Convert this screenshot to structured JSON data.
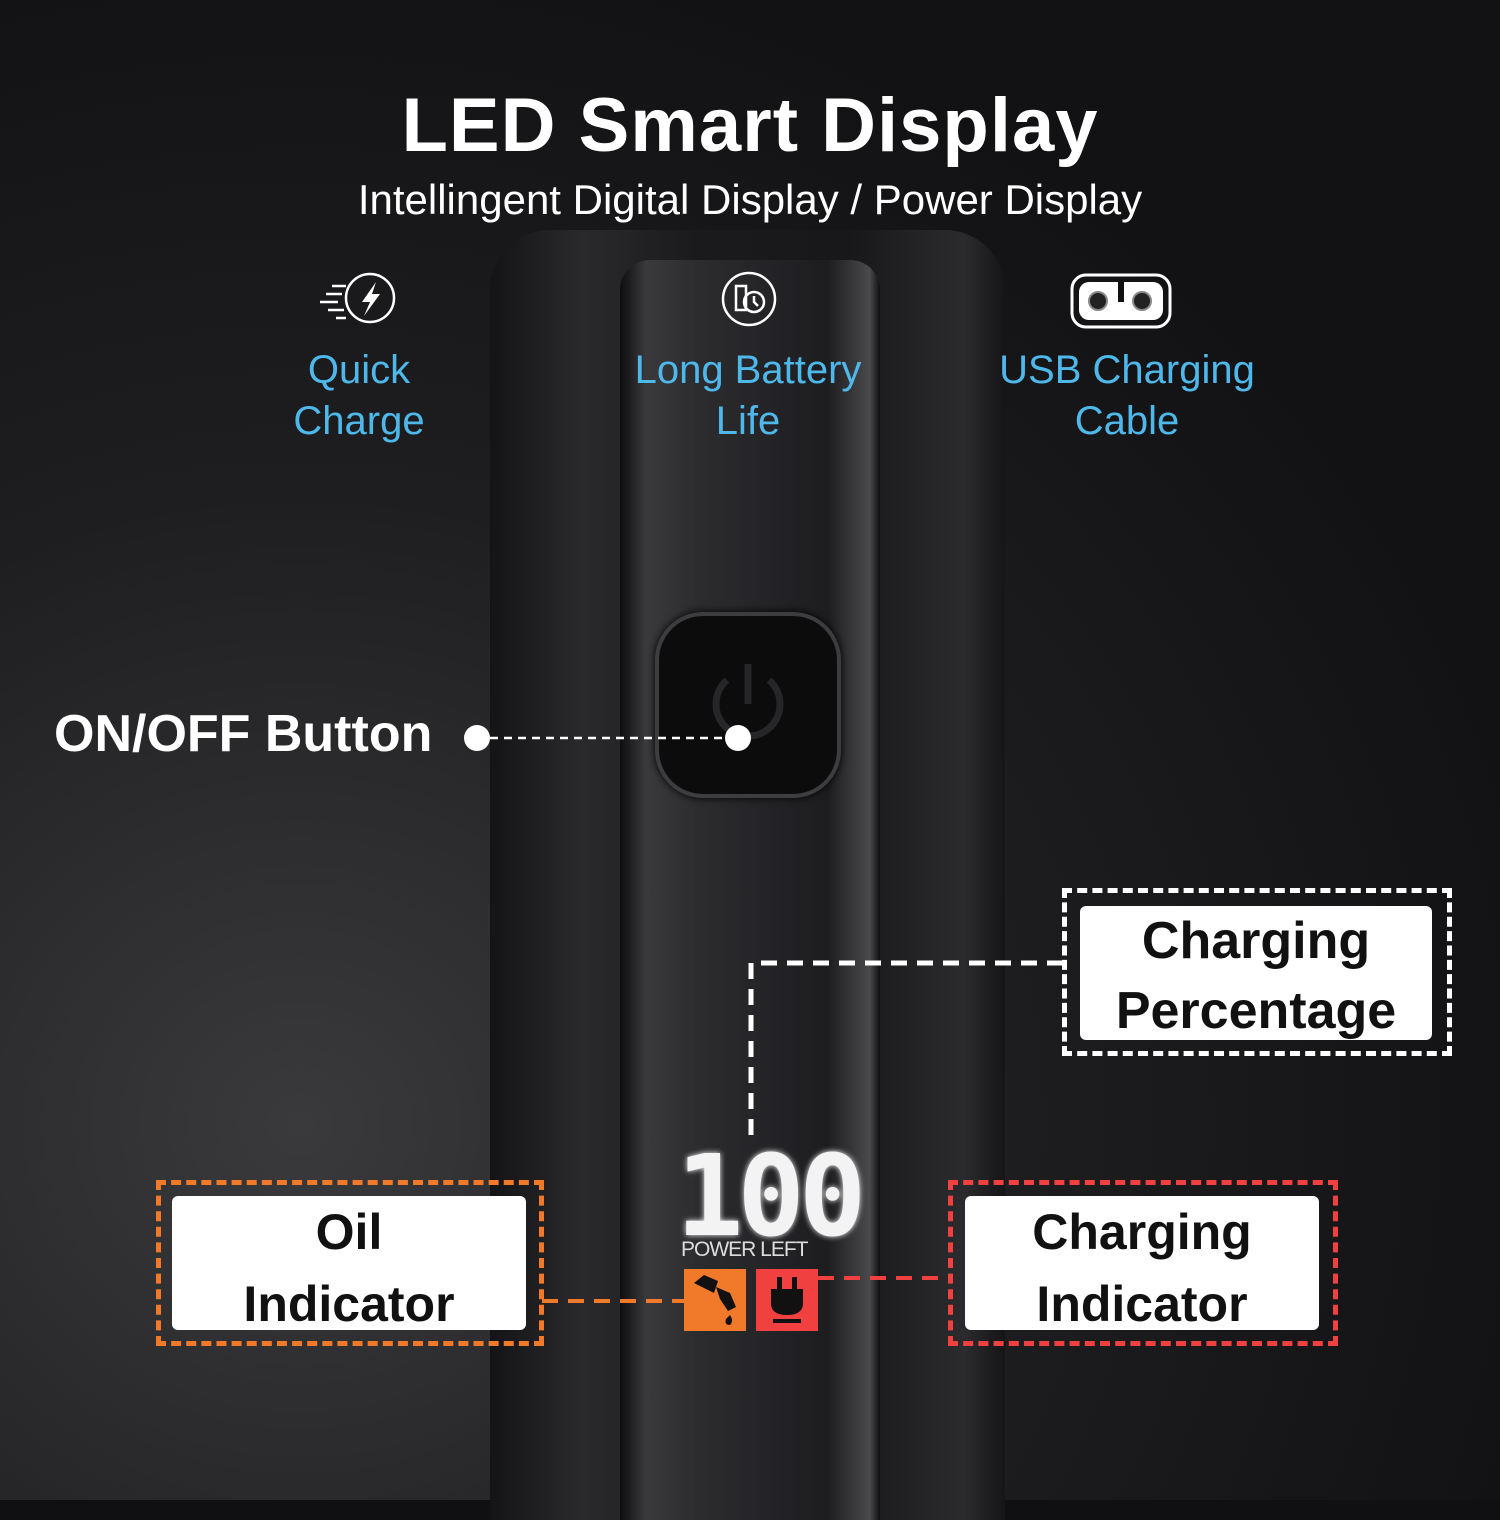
{
  "header": {
    "title": "LED Smart Display",
    "subtitle": "Intellingent Digital Display / Power Display"
  },
  "features": [
    {
      "icon": "quick-charge-icon",
      "line1": "Quick",
      "line2": "Charge"
    },
    {
      "icon": "battery-clock-icon",
      "line1": "Long Battery",
      "line2": "Life"
    },
    {
      "icon": "usb-cable-icon",
      "line1": "USB Charging",
      "line2": "Cable"
    }
  ],
  "callouts": {
    "onoff": "ON/OFF Button",
    "percentage": {
      "line1": "Charging",
      "line2": "Percentage"
    },
    "oil": {
      "line1": "Oil",
      "line2": "Indicator"
    },
    "charging": {
      "line1": "Charging",
      "line2": "Indicator"
    }
  },
  "display": {
    "value": "100",
    "caption": "POWER LEFT"
  },
  "colors": {
    "accent": "#4fb8ea",
    "oil": "#f07a2a",
    "charging": "#f04040"
  }
}
